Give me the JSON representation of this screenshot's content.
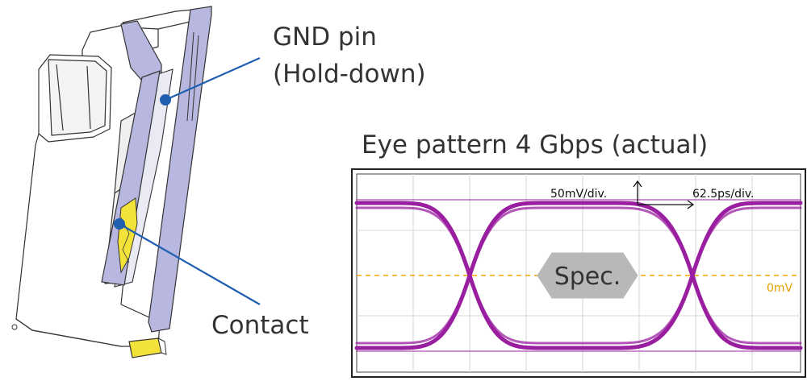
{
  "labels": {
    "gnd_pin_line1": "GND pin",
    "gnd_pin_line2": "(Hold-down)",
    "contact": "Contact"
  },
  "eye_diagram": {
    "title": "Eye pattern 4 Gbps (actual)",
    "vertical_scale": "50mV/div.",
    "horizontal_scale": "62.5ps/div.",
    "reference_level": "0mV",
    "spec_label": "Spec."
  },
  "colors": {
    "trace": "#9a1fa0",
    "zero_line": "#f0a500",
    "leader_line": "#1f5fb0",
    "connector_fill": "#ffffff",
    "connector_metal": "#b9b9e0",
    "contact_highlight": "#f5e23a",
    "spec_fill": "#b8b8b8",
    "grid": "#d6d6d6"
  }
}
